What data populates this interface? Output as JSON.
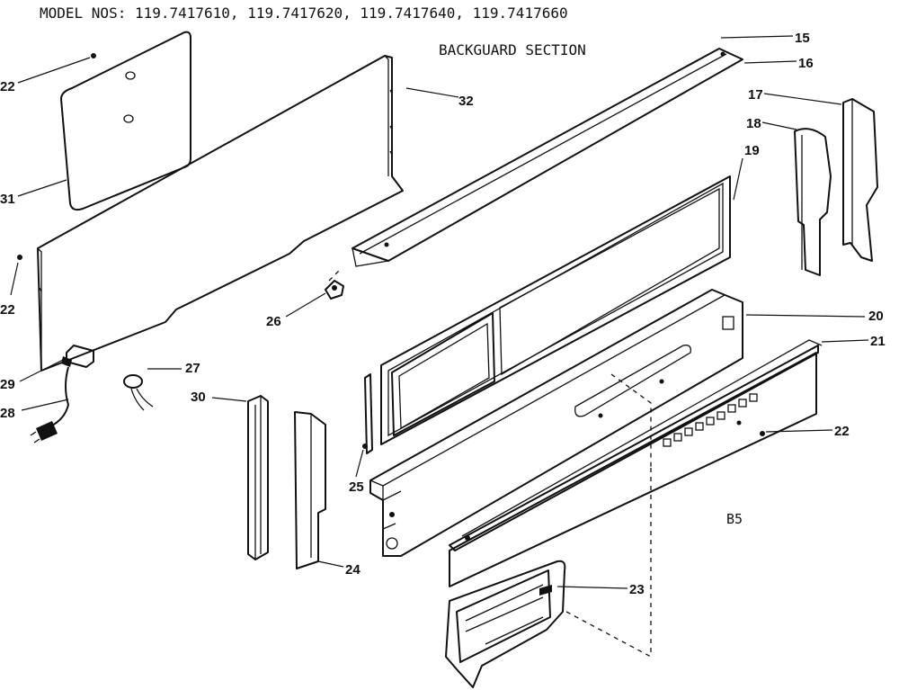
{
  "header": {
    "model_label": "MODEL NOS: 119.7417610, 119.7417620, 119.7417640, 119.7417660",
    "section_title": "BACKGUARD SECTION",
    "page_code": "B5"
  },
  "callouts": [
    {
      "id": "c15",
      "label": "15"
    },
    {
      "id": "c16",
      "label": "16"
    },
    {
      "id": "c17",
      "label": "17"
    },
    {
      "id": "c18",
      "label": "18"
    },
    {
      "id": "c19",
      "label": "19"
    },
    {
      "id": "c20",
      "label": "20"
    },
    {
      "id": "c21",
      "label": "21"
    },
    {
      "id": "c22a",
      "label": "22"
    },
    {
      "id": "c22b",
      "label": "22"
    },
    {
      "id": "c22c",
      "label": "22"
    },
    {
      "id": "c23",
      "label": "23"
    },
    {
      "id": "c24",
      "label": "24"
    },
    {
      "id": "c25",
      "label": "25"
    },
    {
      "id": "c26",
      "label": "26"
    },
    {
      "id": "c27",
      "label": "27"
    },
    {
      "id": "c28",
      "label": "28"
    },
    {
      "id": "c29",
      "label": "29"
    },
    {
      "id": "c30",
      "label": "30"
    },
    {
      "id": "c31",
      "label": "31"
    },
    {
      "id": "c32",
      "label": "32"
    }
  ]
}
